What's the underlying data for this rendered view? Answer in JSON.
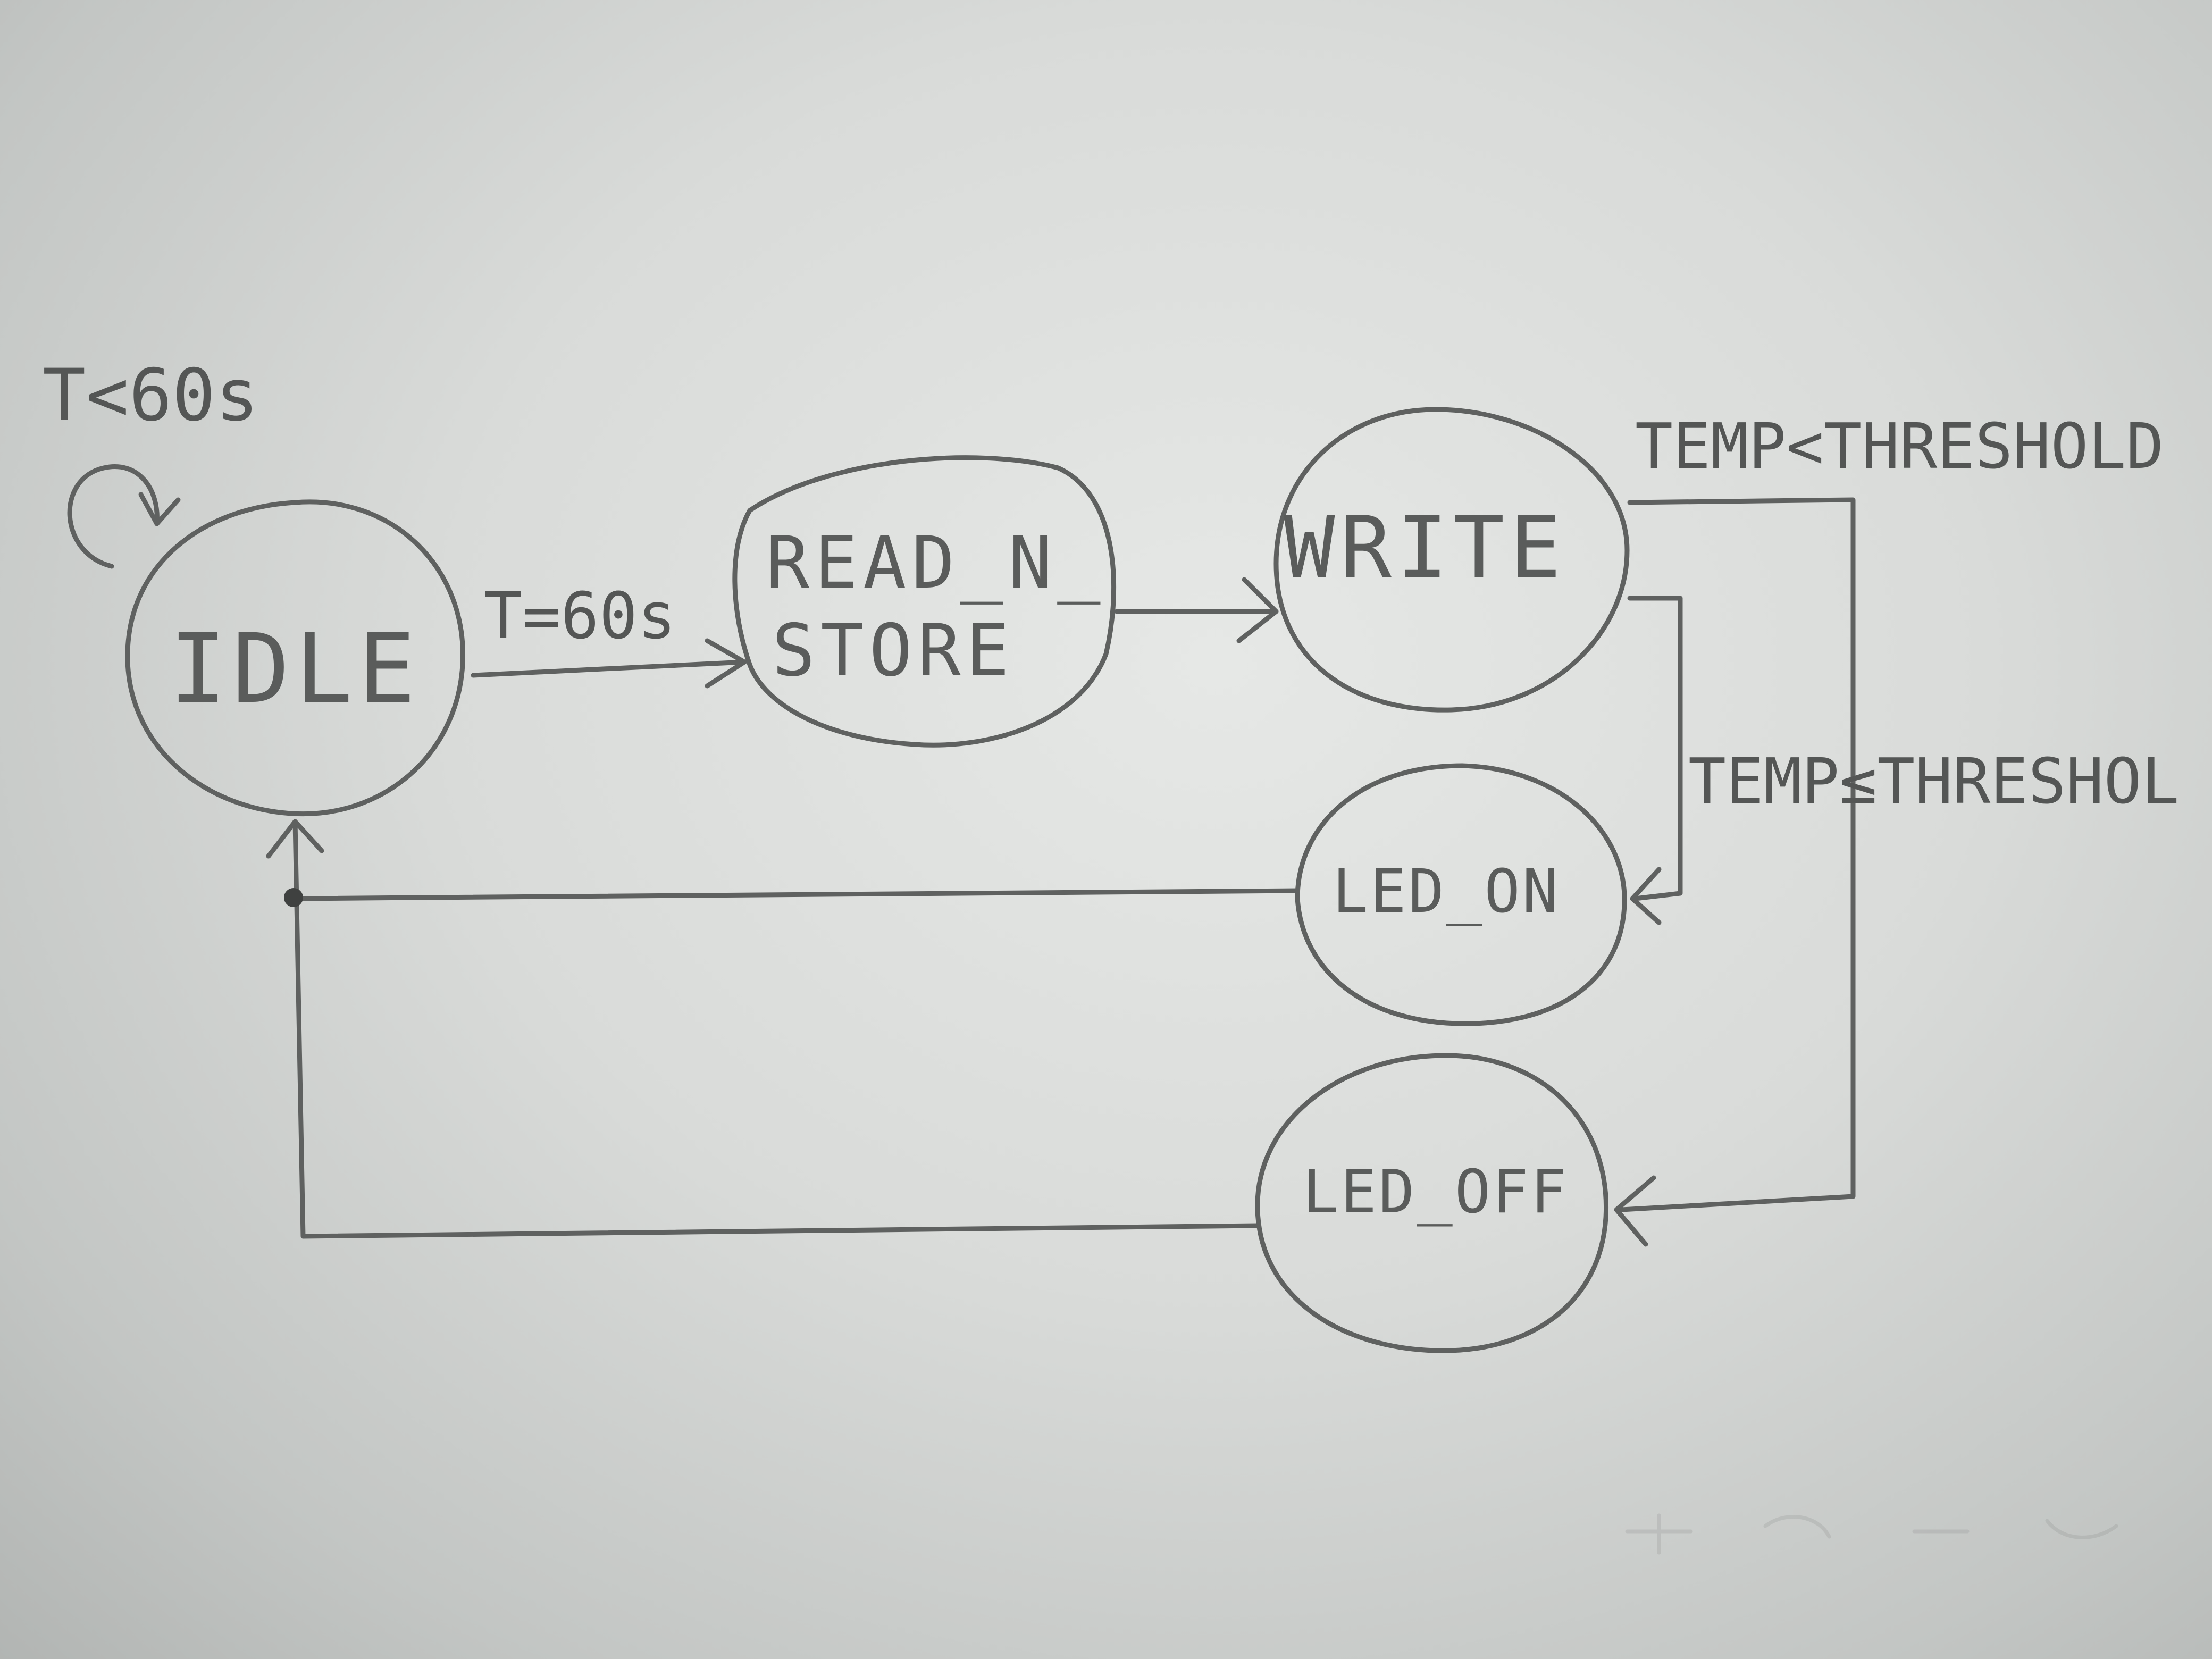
{
  "diagram": {
    "states": {
      "idle": "IDLE",
      "read_n_store_line1": "READ_N_",
      "read_n_store_line2": "STORE",
      "write": "WRITE",
      "led_on": "LED_ON",
      "led_off": "LED_OFF"
    },
    "transitions": {
      "idle_self_loop": "T<60s",
      "idle_to_read": "T=60s",
      "write_to_led_off": "TEMP<THRESHOLD",
      "write_to_led_on": "TEMP≤THRESHOL"
    }
  }
}
